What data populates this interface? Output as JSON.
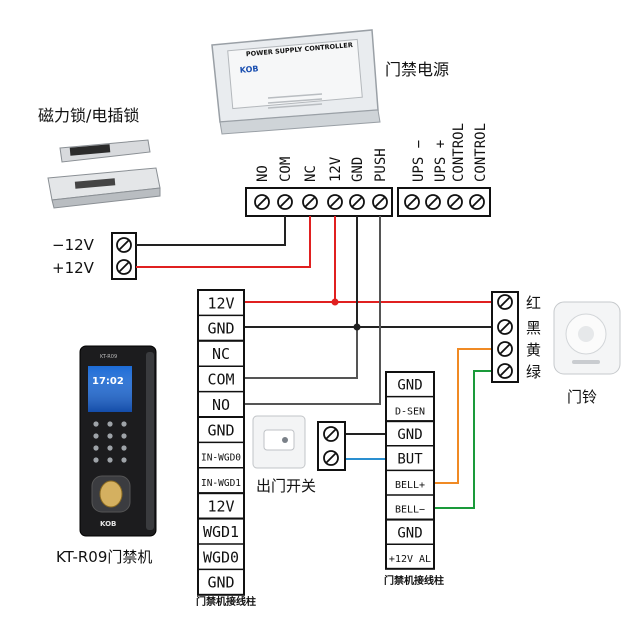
{
  "labels": {
    "power_supply_title": "门禁电源",
    "power_supply_panel": "POWER SUPPLY CONTROLLER",
    "power_supply_brand": "KOB",
    "lock_title": "磁力锁/电插锁",
    "access_unit_title": "KT-R09门禁机",
    "door_button_title": "出门开关",
    "doorbell_title": "门铃",
    "left_terminal_caption": "门禁机接线柱",
    "right_terminal_caption": "门禁机接线柱",
    "device_brand": "KOB",
    "device_time": "17:02",
    "device_model": "KT-R09",
    "minus12v": "−12V",
    "plus12v": "+12V"
  },
  "power_terminals": {
    "left": [
      "NO",
      "COM",
      "NC",
      "12V",
      "GND",
      "PUSH"
    ],
    "right": [
      "UPS −",
      "UPS +",
      "CONTROL",
      "CONTROL"
    ]
  },
  "left_terminal_block": [
    "12V",
    "GND",
    "NC",
    "COM",
    "NO",
    "GND",
    "IN-WGD0",
    "IN-WGD1",
    "12V",
    "WGD1",
    "WGD0",
    "GND"
  ],
  "right_terminal_block": [
    "GND",
    "D-SEN",
    "GND",
    "BUT",
    "BELL+",
    "BELL−",
    "GND",
    "+12V AL"
  ],
  "doorbell_wires": [
    "红",
    "黑",
    "黄",
    "绿"
  ],
  "wire_colors": {
    "red": "#e02020",
    "black": "#222222",
    "gray": "#555555",
    "blue": "#2a8fd0",
    "orange": "#f08a24",
    "green": "#1a9a3a"
  }
}
